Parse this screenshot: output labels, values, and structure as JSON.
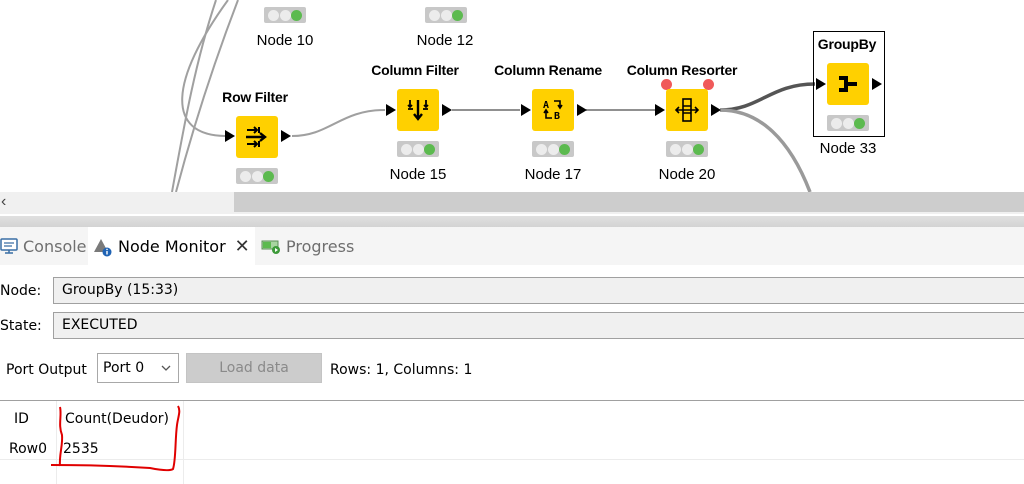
{
  "canvas": {
    "nodes": [
      {
        "id": "node10",
        "title": "",
        "label": "Node 10",
        "status": [
          "off",
          "off",
          "green"
        ]
      },
      {
        "id": "node12",
        "title": "",
        "label": "Node 12",
        "status": [
          "off",
          "off",
          "green"
        ]
      },
      {
        "id": "row_filter",
        "title": "Row Filter",
        "label": "",
        "icon": "row-filter-icon",
        "status": [
          "off",
          "off",
          "green"
        ]
      },
      {
        "id": "column_filter",
        "title": "Column Filter",
        "label": "Node 15",
        "icon": "column-filter-icon",
        "status": [
          "off",
          "off",
          "green"
        ]
      },
      {
        "id": "column_rename",
        "title": "Column Rename",
        "label": "Node 17",
        "icon": "column-rename-icon",
        "status": [
          "off",
          "off",
          "green"
        ]
      },
      {
        "id": "column_resorter",
        "title": "Column Resorter",
        "label": "Node 20",
        "icon": "column-resorter-icon",
        "status": [
          "off",
          "off",
          "green"
        ],
        "warnings": 2
      },
      {
        "id": "groupby",
        "title": "GroupBy",
        "label": "Node 33",
        "icon": "groupby-icon",
        "status": [
          "off",
          "off",
          "green"
        ],
        "selected": true
      }
    ],
    "colors": {
      "node_fill": "#ffd000",
      "status_green": "#5cba4f",
      "warning_red": "#f05a5a",
      "wire": "#9a9a9a"
    }
  },
  "scrollbar": {
    "left_arrow": "‹"
  },
  "tabs": [
    {
      "label": "Console",
      "icon": "console-icon",
      "active": false
    },
    {
      "label": "Node Monitor",
      "icon": "node-monitor-icon",
      "active": true,
      "close": "✕"
    },
    {
      "label": "Progress",
      "icon": "progress-icon",
      "active": false
    }
  ],
  "monitor": {
    "node_label": "Node:",
    "node_value": "GroupBy  (15:33)",
    "state_label": "State:",
    "state_value": "EXECUTED",
    "port_output_label": "Port Output",
    "port_selected": "Port 0",
    "load_data_label": "Load data",
    "rows_info": "Rows: 1, Columns: 1"
  },
  "table": {
    "columns": [
      "ID",
      "Count(Deudor)"
    ],
    "rows": [
      [
        "Row0",
        "2535"
      ]
    ]
  }
}
